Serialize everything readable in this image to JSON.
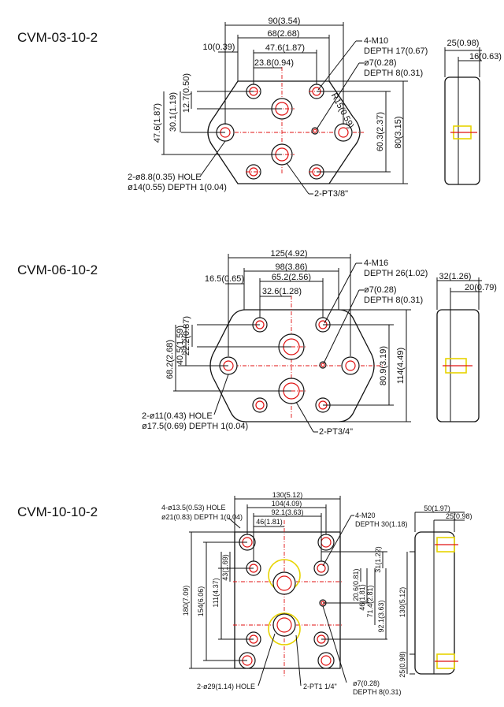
{
  "diagrams": [
    {
      "id": "cvm-03-10-2",
      "title": "CVM-03-10-2",
      "dims": {
        "w_total": "90(3.54)",
        "w_68": "68(2.68)",
        "w_476": "47.6(1.87)",
        "w_238": "23.8(0.94)",
        "off_10": "10(0.39)",
        "h_127": "12.7(0.50)",
        "h_301": "30.1(1.19)",
        "h_476": "47.6(1.87)",
        "h_603": "60.3(2.37)",
        "h_80": "80(3.15)",
        "radius": "R15(0.59)",
        "side_25": "25(0.98)",
        "side_16": "16(0.63)"
      },
      "notes": {
        "bolt": "4-M10",
        "bolt_depth": "DEPTH 17(0.67)",
        "pin": "ø7(0.28)",
        "pin_depth": "DEPTH 8(0.31)",
        "hole": "2-ø8.8(0.35)  HOLE",
        "hole_cb": "ø14(0.55)  DEPTH  1(0.04)",
        "port": "2-PT3/8\""
      }
    },
    {
      "id": "cvm-06-10-2",
      "title": "CVM-06-10-2",
      "dims": {
        "w_total": "125(4.92)",
        "w_98": "98(3.86)",
        "w_652": "65.2(2.56)",
        "w_326": "32.6(1.28)",
        "off_165": "16.5(0.65)",
        "h_222": "22.2(0.87)",
        "h_405": "40.5(1.59)",
        "h_682": "68.2(2.68)",
        "h_809": "80.9(3.19)",
        "h_114": "114(4.49)",
        "side_32": "32(1.26)",
        "side_20": "20(0.79)"
      },
      "notes": {
        "bolt": "4-M16",
        "bolt_depth": "DEPTH 26(1.02)",
        "pin": "ø7(0.28)",
        "pin_depth": "DEPTH 8(0.31)",
        "hole": "2-ø11(0.43)  HOLE",
        "hole_cb": "ø17.5(0.69)  DEPTH  1(0.04)",
        "port": "2-PT3/4\""
      }
    },
    {
      "id": "cvm-10-10-2",
      "title": "CVM-10-10-2",
      "dims": {
        "w_total": "130(5.12)",
        "w_104": "104(4.09)",
        "w_921": "92.1(3.63)",
        "w_46": "46(1.81)",
        "h_180": "180(7.09)",
        "h_154": "154(6.06)",
        "h_111": "111(4.37)",
        "h_43": "43(1.69)",
        "r_31": "31(1.22)",
        "r_206": "20.6(0.81)",
        "r_46": "46(1.81)",
        "r_714": "71.4(2.81)",
        "r_921": "92.1(3.63)",
        "r_130": "130(5.12)",
        "r_25": "25(0.98)",
        "side_50": "50(1.97)",
        "side_25": "25(0.98)"
      },
      "notes": {
        "tl_hole": "4-ø13.5(0.53)  HOLE",
        "tl_cb": "ø21(0.83)  DEPTH  1(0.04)",
        "bolt": "4-M20",
        "bolt_depth": "DEPTH 30(1.18)",
        "hole": "2-ø29(1.14)  HOLE",
        "port": "2-PT1  1/4\"",
        "pin": "ø7(0.28)",
        "pin_depth": "DEPTH 8(0.31)"
      }
    }
  ]
}
